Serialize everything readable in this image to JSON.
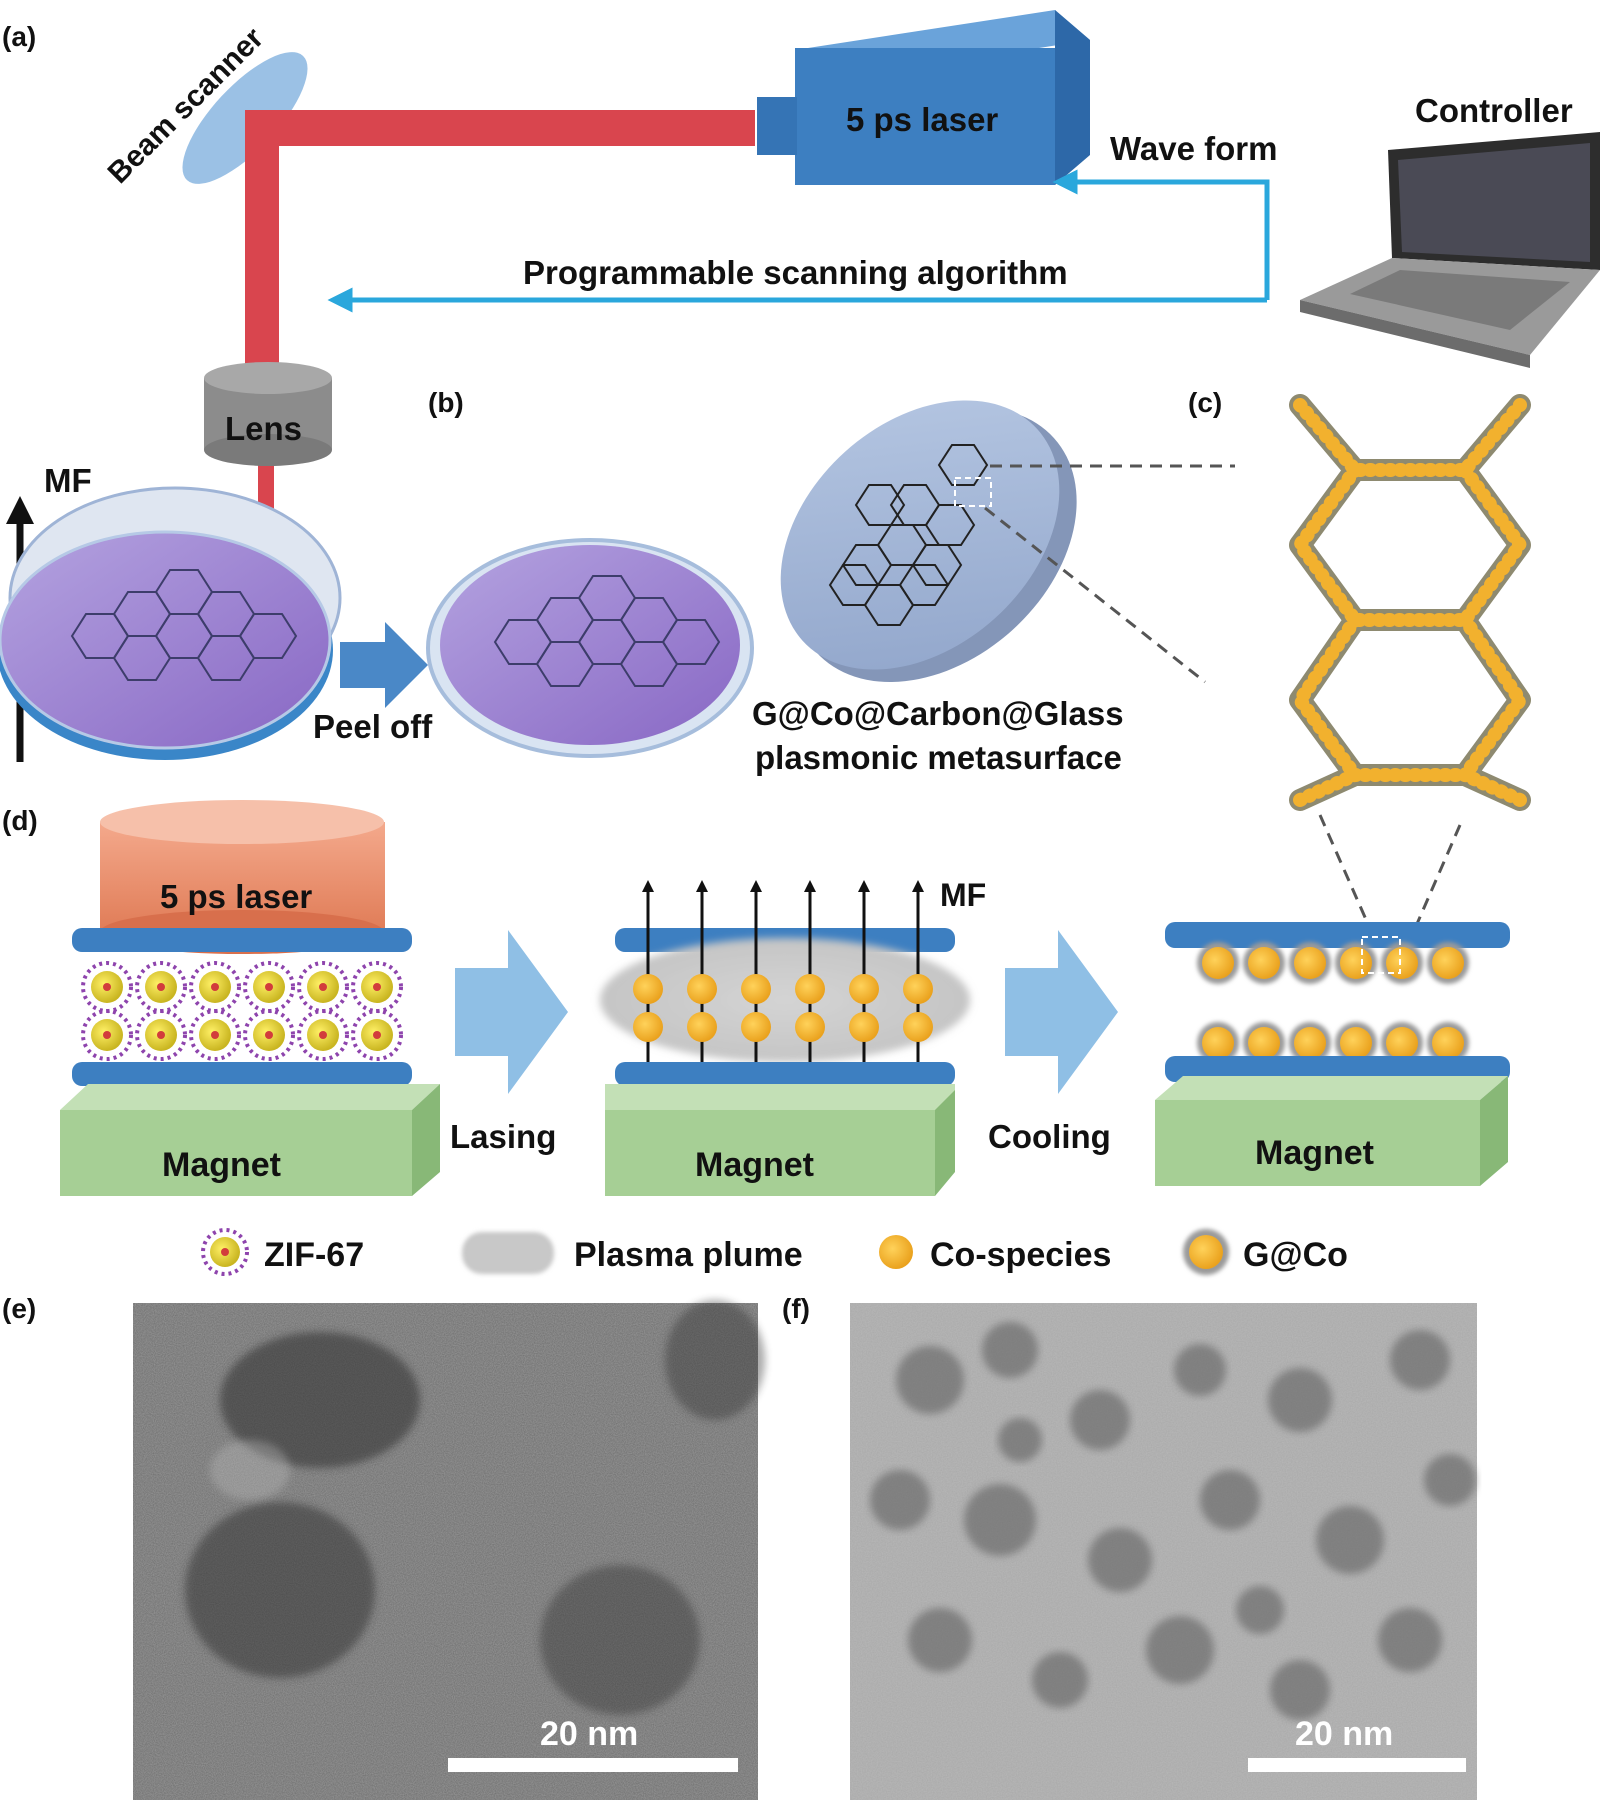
{
  "panel_labels": {
    "a": "(a)",
    "b": "(b)",
    "c": "(c)",
    "d": "(d)",
    "e": "(e)",
    "f": "(f)"
  },
  "panel_a": {
    "beam_scanner": "Beam scanner",
    "laser": "5 ps laser",
    "controller": "Controller",
    "wave_form": "Wave form",
    "algorithm": "Programmable scanning algorithm",
    "lens": "Lens",
    "mf": "MF",
    "peel_off": "Peel off"
  },
  "panel_b": {
    "line1": "G@Co@Carbon@Glass",
    "line2": "plasmonic metasurface"
  },
  "panel_d": {
    "laser": "5 ps laser",
    "magnet1": "Magnet",
    "magnet2": "Magnet",
    "magnet3": "Magnet",
    "lasing": "Lasing",
    "cooling": "Cooling",
    "mf": "MF"
  },
  "legend": {
    "zif": "ZIF-67",
    "plume": "Plasma plume",
    "co_species": "Co-species",
    "gco": "G@Co"
  },
  "micrographs": {
    "e_scale": "20 nm",
    "f_scale": "20 nm"
  },
  "colors": {
    "laser_beam": "#d9454e",
    "arrow_blue": "#2aa7dc",
    "laser_box": "#3d7fc1",
    "substrate_blue": "#3d7fc1",
    "magnet_green": "#a6cf95",
    "co_orange": "#f2b12e",
    "purple_dish": "#9a7fcf"
  }
}
